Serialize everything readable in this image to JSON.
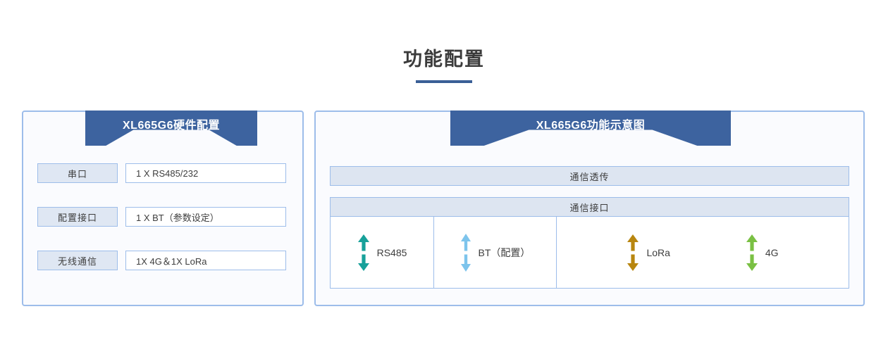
{
  "page": {
    "title": "功能配置",
    "accent_color": "#3a5f96",
    "ribbon_color": "#3d639f",
    "border_color": "#9dbdea",
    "chip_color": "#dfe7f3",
    "band_color": "#dde5f1",
    "panel_bg": "#fafbfe"
  },
  "left_panel": {
    "ribbon_title": "XL665G6硬件配置",
    "rows": [
      {
        "key": "串口",
        "value": "1 X RS485/232"
      },
      {
        "key": "配置接口",
        "value": "1 X BT（参数设定）"
      },
      {
        "key": "无线通信",
        "value": "1X 4G＆1X LoRa"
      }
    ]
  },
  "right_panel": {
    "ribbon_title": "XL665G6功能示意图",
    "band_transparent": "通信透传",
    "band_interface": "通信接口",
    "interfaces": [
      {
        "label": "RS485",
        "arrow_color": "#17a19a",
        "arrow_icon": "double-arrow-vertical-icon"
      },
      {
        "label": "BT（配置）",
        "arrow_color": "#7dc4ec",
        "arrow_icon": "double-arrow-vertical-icon"
      },
      {
        "label": "LoRa",
        "arrow_color": "#b8860f",
        "arrow_icon": "double-arrow-vertical-icon"
      },
      {
        "label": "4G",
        "arrow_color": "#7ac043",
        "arrow_icon": "double-arrow-vertical-icon"
      }
    ]
  }
}
